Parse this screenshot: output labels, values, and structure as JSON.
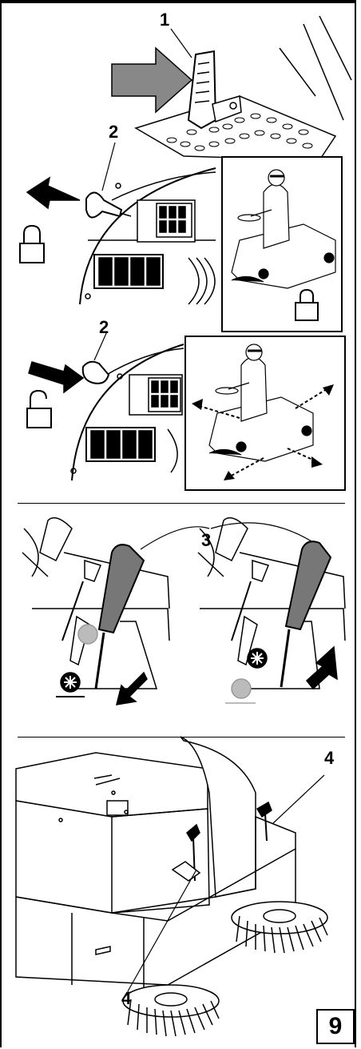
{
  "figure": {
    "callouts": {
      "pedal": "1",
      "key_locked": "2",
      "key_unlocked": "2",
      "lever": "3",
      "side_brush_right": "4",
      "side_brush_left": "4"
    },
    "page_number": "9"
  },
  "icons": [
    "arrow-icon",
    "pedal-icon",
    "key-icon",
    "padlock-locked-icon",
    "padlock-unlocked-icon",
    "operator-machine-icon",
    "brush-on-icon",
    "brush-off-icon",
    "lever-icon",
    "side-brush-icon"
  ]
}
